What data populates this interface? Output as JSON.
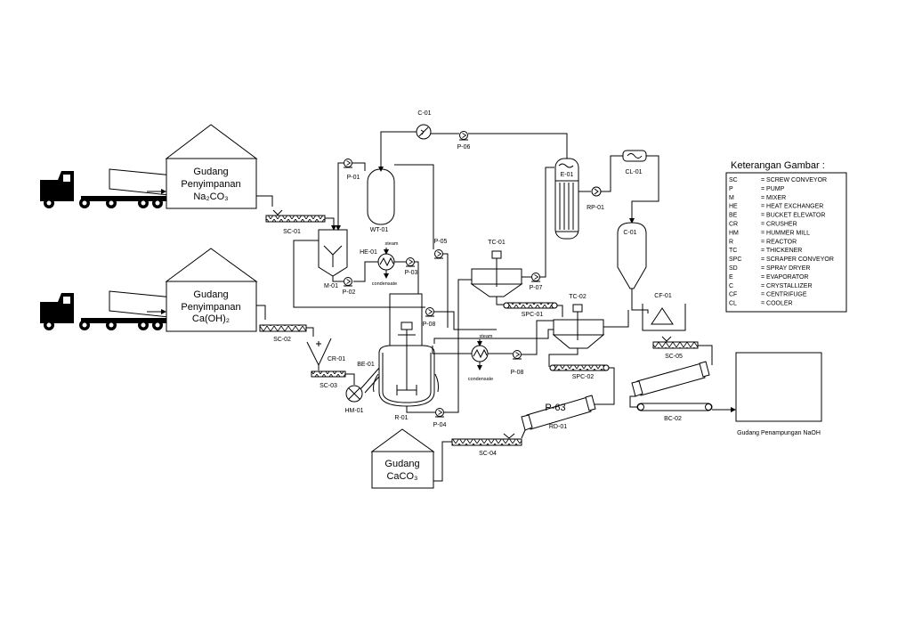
{
  "warehouses": {
    "na2co3": {
      "line1": "Gudang",
      "line2": "Penyimpanan",
      "line3": "Na₂CO₃"
    },
    "caoh2": {
      "line1": "Gudang",
      "line2": "Penyimpanan",
      "line3": "Ca(OH)₂"
    },
    "caco3": {
      "line1": "Gudang",
      "line2": "CaCO₃"
    },
    "naoh": {
      "label": "Gudang Penampungan NaOH"
    }
  },
  "equipment": {
    "c01": "C-01",
    "p06": "P-06",
    "p01": "P-01",
    "wt01": "WT-01",
    "sc01": "SC-01",
    "m01": "M-01",
    "p02": "P-02",
    "he01": "HE-01",
    "p03": "P-03",
    "steam1": "steam",
    "cond1": "condensate",
    "p05": "P-05",
    "tc01": "TC-01",
    "p07": "P-07",
    "e01": "E-01",
    "rp01": "RP-01",
    "cl01": "CL-01",
    "c01b": "C-01",
    "spc01": "SPC-01",
    "tc02": "TC-02",
    "cf01": "CF-01",
    "p08a": "P-08",
    "steam2": "steam",
    "cond2": "condensate",
    "p08b": "P-08",
    "spc02": "SPC-02",
    "sc05": "SC-05",
    "sc02": "SC-02",
    "cr01": "CR-01",
    "sc03": "SC-03",
    "be01": "BE-01",
    "hm01": "HM-01",
    "r01": "R-01",
    "p04": "P-04",
    "p63": "P-63",
    "rd01": "RD-01",
    "bc02": "BC-02",
    "sc04": "SC-04"
  },
  "legend": {
    "title": "Keterangan Gambar :",
    "items": [
      {
        "code": "SC",
        "desc": "= SCREW CONVEYOR"
      },
      {
        "code": "P",
        "desc": "= PUMP"
      },
      {
        "code": "M",
        "desc": "= MIXER"
      },
      {
        "code": "HE",
        "desc": "= HEAT EXCHANGER"
      },
      {
        "code": "BE",
        "desc": "= BUCKET ELEVATOR"
      },
      {
        "code": "CR",
        "desc": "= CRUSHER"
      },
      {
        "code": "HM",
        "desc": "= HUMMER MILL"
      },
      {
        "code": "R",
        "desc": "= REACTOR"
      },
      {
        "code": "TC",
        "desc": "= THICKENER"
      },
      {
        "code": "SPC",
        "desc": "= SCRAPER CONVEYOR"
      },
      {
        "code": "SD",
        "desc": "= SPRAY DRYER"
      },
      {
        "code": "E",
        "desc": "= EVAPORATOR"
      },
      {
        "code": "C",
        "desc": "= CRYSTALLIZER"
      },
      {
        "code": "CF",
        "desc": "= CENTRIFUGE"
      },
      {
        "code": "CL",
        "desc": "= COOLER"
      }
    ]
  }
}
